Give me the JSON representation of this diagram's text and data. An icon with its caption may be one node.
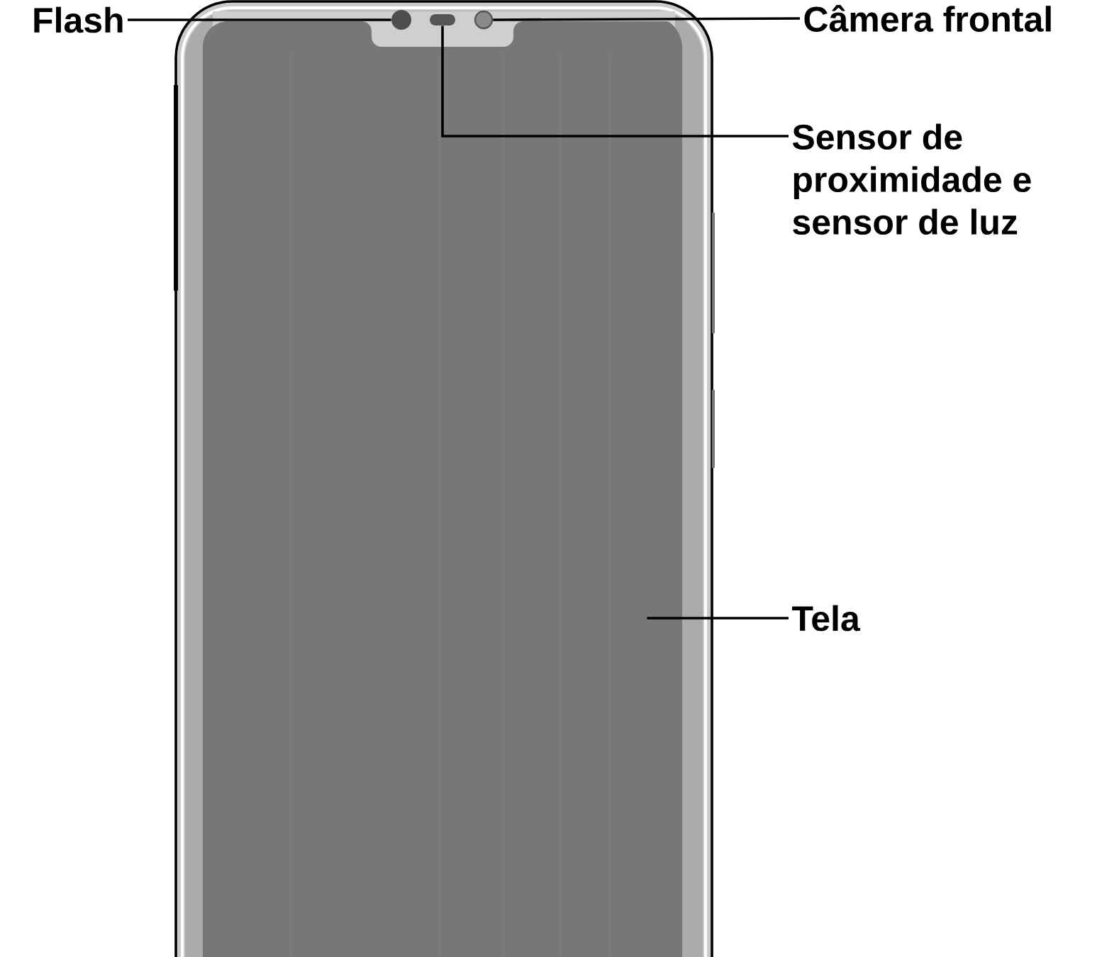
{
  "diagram": {
    "nodes": [
      {
        "text": [
          "Flash"
        ]
      },
      {
        "text": [
          "Câmera frontal"
        ]
      },
      {
        "text": [
          "Sensor de proximidade e sensor de luz"
        ]
      },
      {
        "text": [
          "Tela"
        ]
      },
      {
        "text": [],
        "shape": "circle"
      },
      {
        "text": [],
        "shape": "circle"
      },
      {
        "text": [],
        "shape": "box"
      },
      {
        "text": [],
        "shape": "box"
      }
    ],
    "edges": [
      {
        "from": 0,
        "to": 4,
        "arrow": "none"
      },
      {
        "from": 1,
        "to": 5,
        "arrow": "none"
      },
      {
        "from": 2,
        "to": 6,
        "arrow": "none"
      },
      {
        "from": 3,
        "to": 7,
        "arrow": "none"
      }
    ]
  }
}
